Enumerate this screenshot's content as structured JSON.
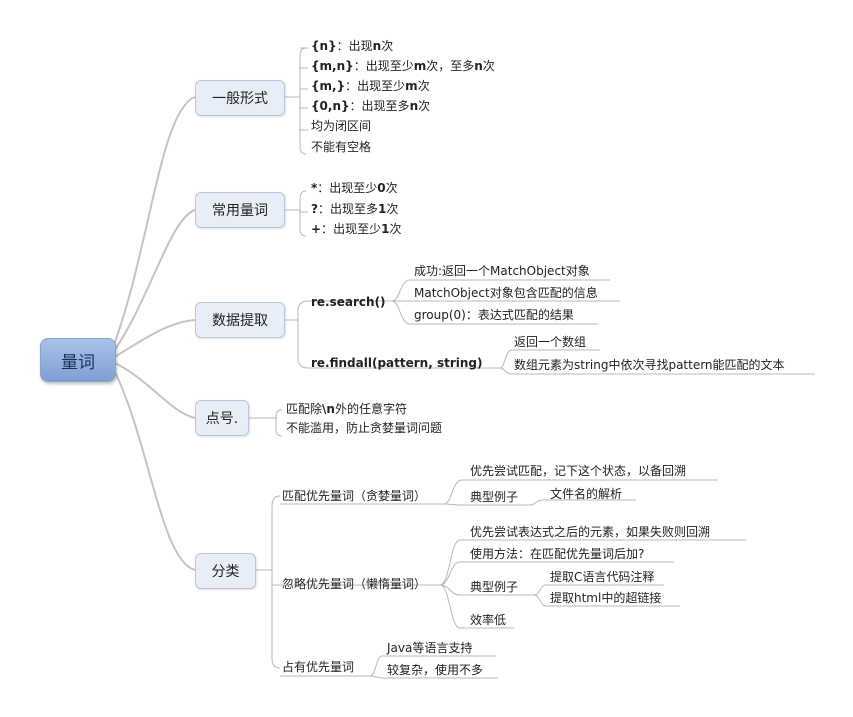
{
  "root": "量词",
  "branches": {
    "general": {
      "label": "一般形式",
      "items": [
        {
          "a": "{n}",
          "b": "：出现",
          "c": "n",
          "d": "次"
        },
        {
          "a": "{m,n}",
          "b": "：出现至少",
          "c": "m",
          "d": "次，至多",
          "e": "n",
          "f": "次"
        },
        {
          "a": "{m,}",
          "b": "：出现至少",
          "c": "m",
          "d": "次"
        },
        {
          "a": "{0,n}",
          "b": "：出现至多",
          "c": "n",
          "d": "次"
        },
        {
          "a": "均为闭区间"
        },
        {
          "a": "不能有空格"
        }
      ]
    },
    "common": {
      "label": "常用量词",
      "items": [
        {
          "a": "*",
          "b": "：出现至少",
          "c": "0",
          "d": "次"
        },
        {
          "a": "?",
          "b": "：出现至多",
          "c": "1",
          "d": "次"
        },
        {
          "a": "+",
          "b": "：出现至少",
          "c": "1",
          "d": "次"
        }
      ]
    },
    "extract": {
      "label": "数据提取",
      "search": {
        "label": "re.search()",
        "items": [
          "成功:返回一个MatchObject对象",
          "MatchObject对象包含匹配的信息",
          "group(0)：表达式匹配的结果"
        ]
      },
      "findall": {
        "label": "re.findall(pattern, string)",
        "items": [
          "返回一个数组",
          "数组元素为string中依次寻找pattern能匹配的文本"
        ]
      }
    },
    "dot": {
      "label": "点号.",
      "items": [
        {
          "a": "匹配除",
          "b": "\\n",
          "c": "外的任意字符"
        },
        {
          "a": "不能滥用，防止贪婪量词问题"
        }
      ]
    },
    "category": {
      "label": "分类",
      "greedy": {
        "label": "匹配优先量词（贪婪量词）",
        "items": [
          "优先尝试匹配，记下这个状态，以备回溯",
          "典型例子"
        ],
        "example": "文件名的解析"
      },
      "lazy": {
        "label": "忽略优先量词（懒惰量词）",
        "items": [
          "优先尝试表达式之后的元素，如果失败则回溯",
          "使用方法：在匹配优先量词后加?",
          "典型例子",
          "效率低"
        ],
        "examples": [
          "提取C语言代码注释",
          "提取html中的超链接"
        ]
      },
      "possessive": {
        "label": "占有优先量词",
        "items": [
          "Java等语言支持",
          "较复杂，使用不多"
        ]
      }
    }
  }
}
